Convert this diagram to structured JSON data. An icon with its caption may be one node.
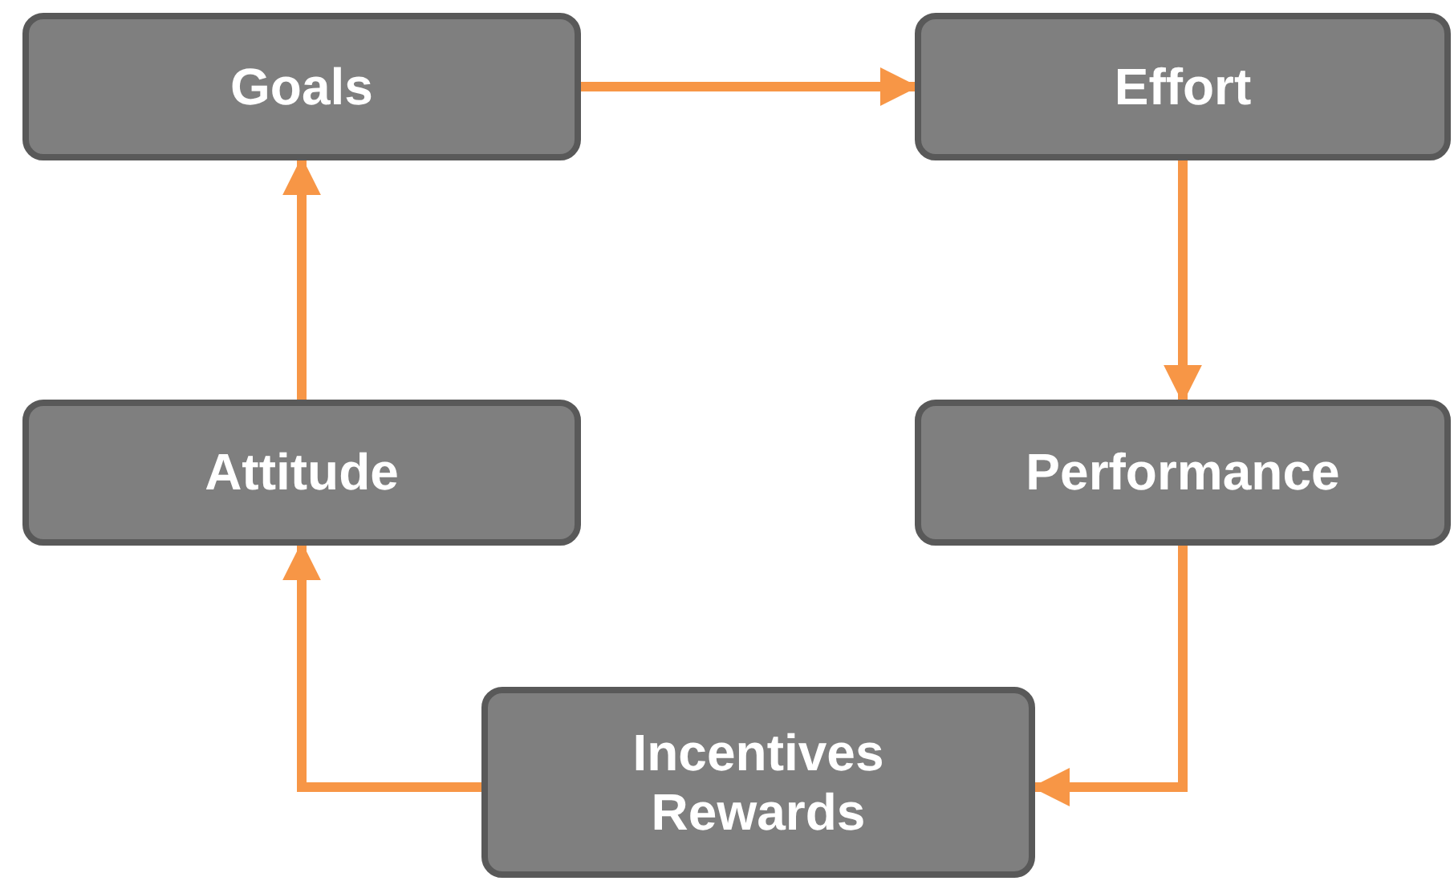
{
  "diagram": {
    "nodes": [
      {
        "text": [
          "Goals"
        ]
      },
      {
        "text": [
          "Effort"
        ]
      },
      {
        "text": [
          "Attitude"
        ]
      },
      {
        "text": [
          "Performance"
        ]
      },
      {
        "text": [
          "Incentives Rewards"
        ]
      }
    ],
    "edges": [
      {
        "from": 0,
        "to": 1,
        "arrow": "to"
      },
      {
        "from": 1,
        "to": 3,
        "arrow": "to"
      },
      {
        "from": 3,
        "to": 4,
        "arrow": "to"
      },
      {
        "from": 4,
        "to": 2,
        "arrow": "to"
      },
      {
        "from": 2,
        "to": 0,
        "arrow": "to"
      }
    ]
  }
}
